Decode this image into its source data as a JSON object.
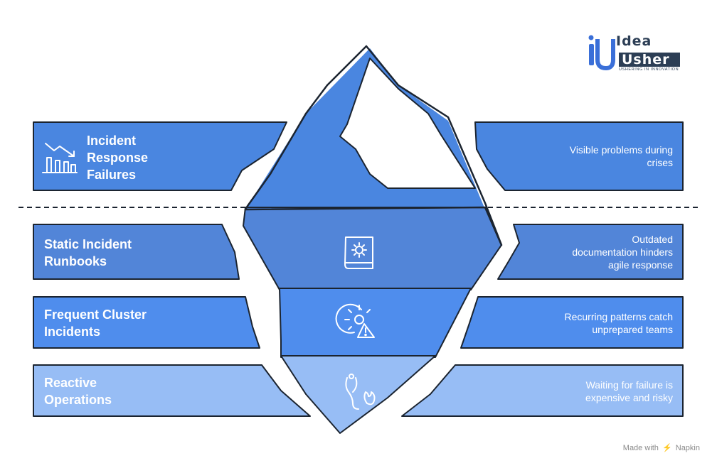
{
  "brand": {
    "word1": "Idea",
    "word2": "Usher",
    "tagline": "USHERING IN INNOVATION",
    "colors": {
      "primary": "#3a6fd8",
      "dark": "#2c3e55"
    }
  },
  "diagram": {
    "layers": [
      {
        "label": "Incident Response Failures",
        "label_lines": [
          "Incident",
          "Response",
          "Failures"
        ],
        "description_lines": [
          "Visible problems during",
          "crises"
        ],
        "icon": "declining-chart-icon",
        "color": "#4a86e0"
      },
      {
        "label": "Static Incident Runbooks",
        "label_lines": [
          "Static Incident",
          "Runbooks"
        ],
        "description_lines": [
          "Outdated",
          "documentation hinders",
          "agile response"
        ],
        "icon": "gear-manual-icon",
        "color": "#5285d8"
      },
      {
        "label": "Frequent Cluster Incidents",
        "label_lines": [
          "Frequent Cluster",
          "Incidents"
        ],
        "description_lines": [
          "Recurring patterns catch",
          "unprepared teams"
        ],
        "icon": "gear-warning-icon",
        "color": "#4f8ded"
      },
      {
        "label": "Reactive Operations",
        "label_lines": [
          "Reactive",
          "Operations"
        ],
        "description_lines": [
          "Waiting for failure is",
          "expensive and risky"
        ],
        "icon": "stethoscope-fire-icon",
        "color": "#97bdf5"
      }
    ],
    "waterline": "dashed"
  },
  "footer": {
    "credit_prefix": "Made with",
    "credit_brand": "Napkin"
  }
}
